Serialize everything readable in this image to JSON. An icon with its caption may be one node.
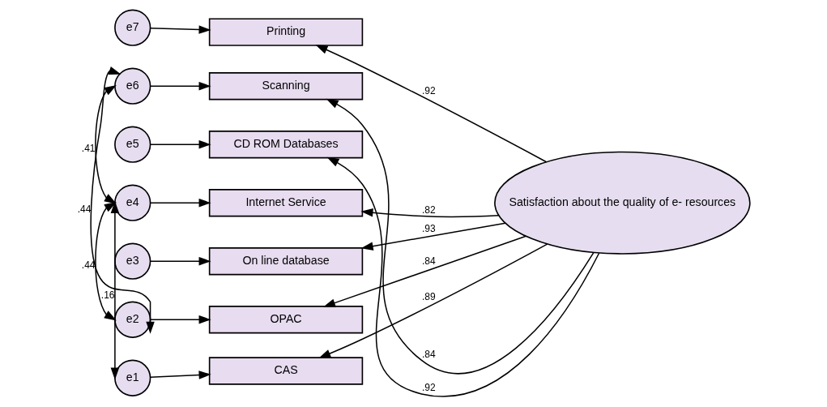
{
  "diagram": {
    "nodes": [
      {
        "text": [
          "e7"
        ]
      },
      {
        "text": [
          "Printing"
        ]
      },
      {
        "text": [
          "e6"
        ]
      },
      {
        "text": [
          "Scanning"
        ]
      },
      {
        "text": [
          "e5"
        ]
      },
      {
        "text": [
          "CD ROM Databases"
        ]
      },
      {
        "text": [
          "e4"
        ]
      },
      {
        "text": [
          "Internet Service"
        ]
      },
      {
        "text": [
          "e3"
        ]
      },
      {
        "text": [
          "On line database"
        ]
      },
      {
        "text": [
          "e2"
        ]
      },
      {
        "text": [
          "OPAC"
        ]
      },
      {
        "text": [
          "e1"
        ]
      },
      {
        "text": [
          "CAS"
        ]
      },
      {
        "text": [
          "Satisfaction about the quality of e- resources"
        ]
      }
    ],
    "edges": [
      {
        "from": 0,
        "to": 1,
        "arrow": "to"
      },
      {
        "from": 2,
        "to": 3,
        "arrow": "to"
      },
      {
        "from": 4,
        "to": 5,
        "arrow": "to"
      },
      {
        "from": 6,
        "to": 7,
        "arrow": "to"
      },
      {
        "from": 8,
        "to": 9,
        "arrow": "to"
      },
      {
        "from": 10,
        "to": 11,
        "arrow": "to"
      },
      {
        "from": 12,
        "to": 13,
        "arrow": "to"
      },
      {
        "from": 14,
        "to": 1,
        "arrow": "to",
        "label": ".92"
      },
      {
        "from": 14,
        "to": 3,
        "arrow": "to",
        "label": ".84"
      },
      {
        "from": 14,
        "to": 5,
        "arrow": "to",
        "label": ".92"
      },
      {
        "from": 14,
        "to": 7,
        "arrow": "to",
        "label": ".82"
      },
      {
        "from": 14,
        "to": 9,
        "arrow": "to",
        "label": ".93"
      },
      {
        "from": 14,
        "to": 11,
        "arrow": "to",
        "label": ".84"
      },
      {
        "from": 14,
        "to": 13,
        "arrow": "to",
        "label": ".89"
      },
      {
        "from": 2,
        "to": 6,
        "arrow": "both",
        "label": ".41"
      },
      {
        "from": 2,
        "to": 10,
        "arrow": "both",
        "label": ".44"
      },
      {
        "from": 6,
        "to": 10,
        "arrow": "both",
        "label": ".44"
      },
      {
        "from": 6,
        "to": 12,
        "arrow": "both",
        "label": ".16"
      }
    ]
  }
}
